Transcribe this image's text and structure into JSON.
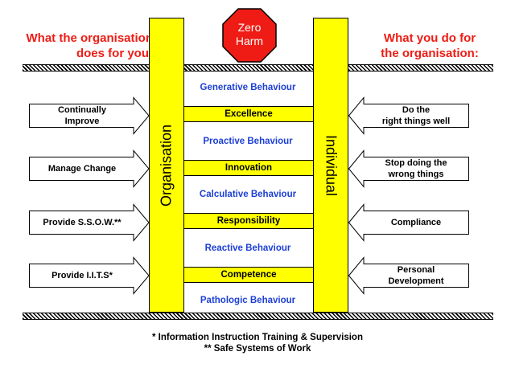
{
  "headings": {
    "left": "What the organisation\ndoes for you:",
    "right": "What you do for\nthe organisation:"
  },
  "stop_sign": {
    "text": "Zero\nHarm",
    "color": "#ee1c14"
  },
  "pillars": {
    "left": "Organisation",
    "right": "Individual"
  },
  "behaviours": [
    "Generative Behaviour",
    "Proactive Behaviour",
    "Calculative Behaviour",
    "Reactive Behaviour",
    "Pathologic Behaviour"
  ],
  "bands": [
    "Excellence",
    "Innovation",
    "Responsibility",
    "Competence"
  ],
  "left_arrows": [
    "Continually\nImprove",
    "Manage Change",
    "Provide S.S.O.W.**",
    "Provide I.I.T.S*"
  ],
  "right_arrows": [
    "Do the\nright things well",
    "Stop doing the\nwrong things",
    "Compliance",
    "Personal\nDevelopment"
  ],
  "footnotes": [
    "* Information Instruction Training & Supervision",
    "** Safe Systems of Work"
  ],
  "colors": {
    "heading": "#ee1c14",
    "pillar": "#ffff00",
    "behaviour_text": "#1c3fd6"
  }
}
